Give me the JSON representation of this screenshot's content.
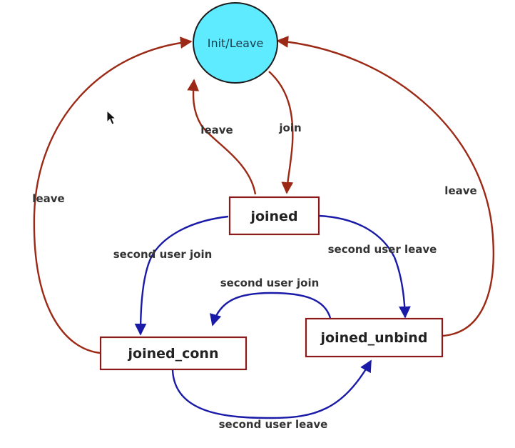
{
  "colors": {
    "init_fill": "#5EEAFF",
    "node_border": "#8B1A1A",
    "leave_edge": "#9B2915",
    "join_edge": "#1A1AA8",
    "node_fill": "#FFFFFF"
  },
  "nodes": {
    "init": "Init/Leave",
    "joined": "joined",
    "joined_conn": "joined_conn",
    "joined_unbind": "joined_unbind"
  },
  "edges": {
    "leave_joined": "leave",
    "join": "join",
    "leave_conn": "leave",
    "leave_unbind": "leave",
    "second_join_joined": "second user join",
    "second_leave_joined": "second user leave",
    "second_join_unbind": "second user join",
    "second_leave_conn": "second user leave"
  },
  "cursor_icon": "mouse-pointer-icon"
}
